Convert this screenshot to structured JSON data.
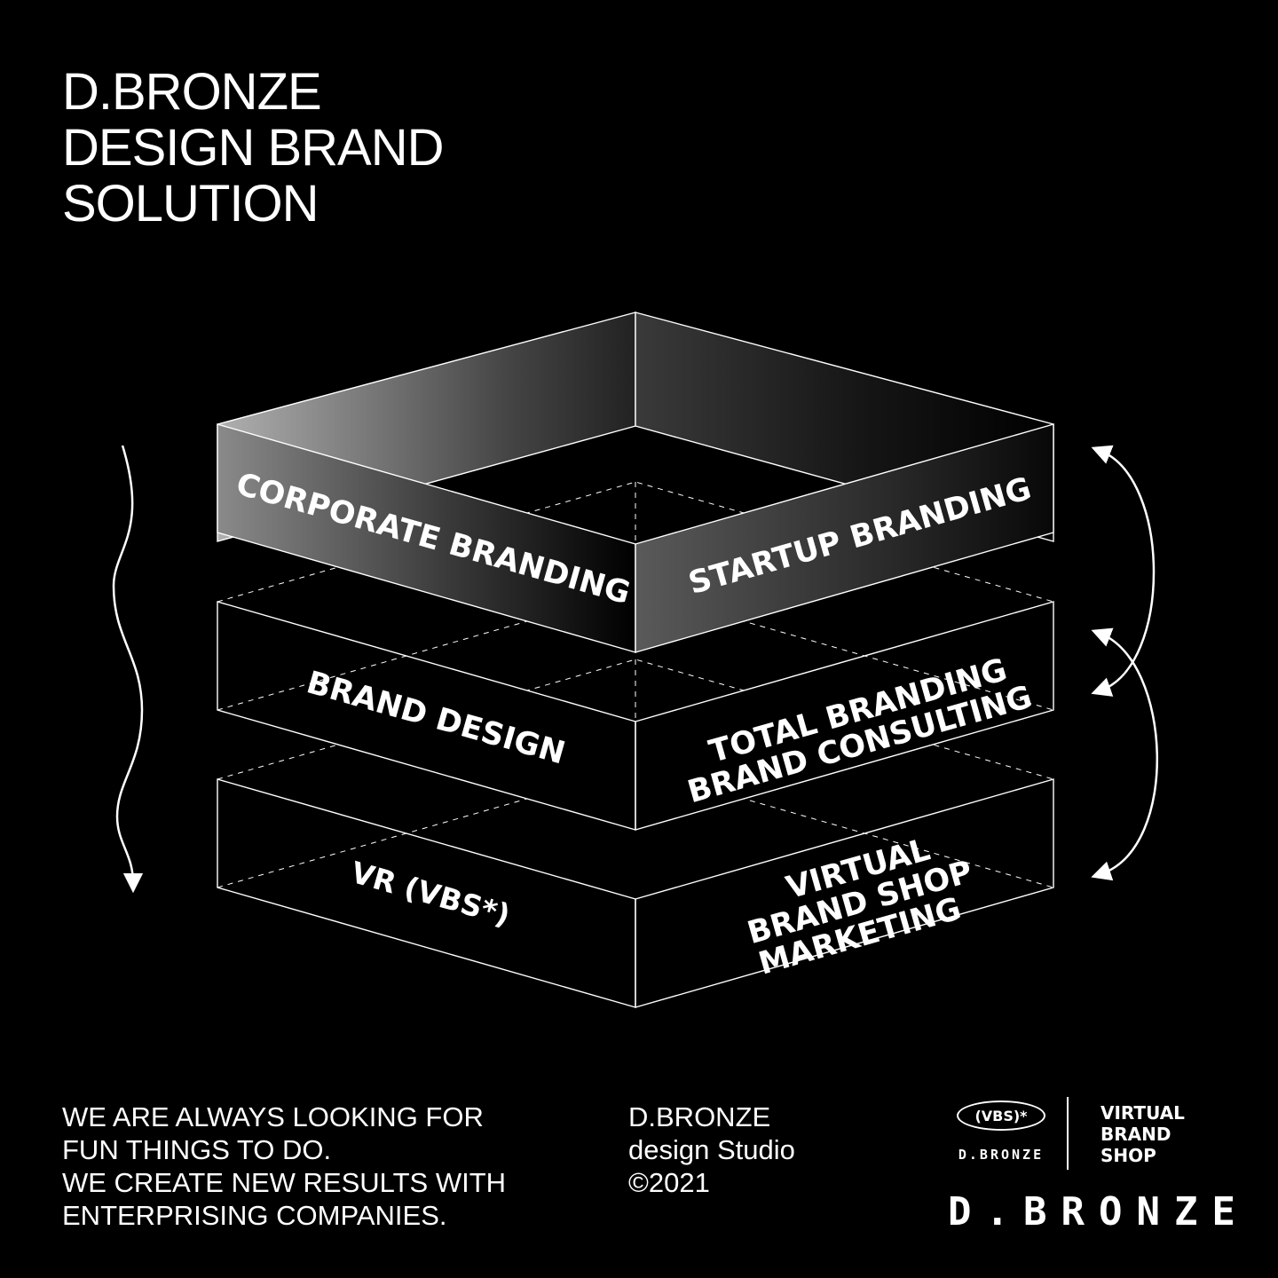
{
  "headline": [
    "D.BRONZE",
    "DESIGN BRAND",
    "SOLUTION"
  ],
  "layers": {
    "top": {
      "left_label": "CORPORATE BRANDING",
      "right_label": "STARTUP BRANDING"
    },
    "middle": {
      "left_label": "BRAND DESIGN",
      "right_lines": [
        "TOTAL BRANDING",
        "BRAND CONSULTING"
      ]
    },
    "bottom": {
      "left_label": "VR (VBS*)",
      "right_lines": [
        "VIRTUAL",
        "BRAND SHOP",
        "MARKETING"
      ]
    }
  },
  "footer": {
    "tagline": [
      "WE ARE ALWAYS LOOKING FOR",
      "FUN THINGS TO DO.",
      "WE CREATE NEW RESULTS WITH",
      "ENTERPRISING COMPANIES."
    ],
    "studio": [
      "D.BRONZE",
      "design Studio",
      "©2021"
    ]
  },
  "logo": {
    "vbs_mark": "(VBS)*",
    "vbs_small_wordmark": "D.BRONZE",
    "vbs_title": [
      "VIRTUAL",
      "BRAND",
      "SHOP"
    ],
    "wordmark": "D.BRONZE"
  },
  "colors": {
    "background": "#000000",
    "foreground": "#ffffff"
  }
}
